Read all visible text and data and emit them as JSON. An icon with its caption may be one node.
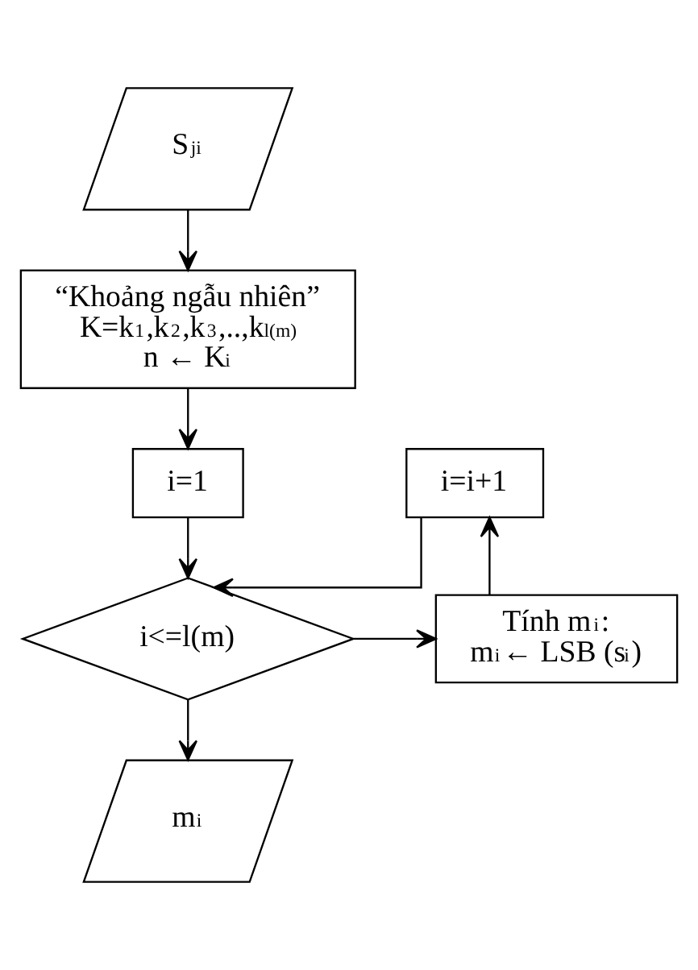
{
  "diagram": {
    "nodes": [
      {
        "text": [
          "S$_{ji}$"
        ]
      },
      {
        "text": [
          "“Khoảng ngẫu nhiên”",
          "K=k$_{1}$,k$_{2}$,k$_{3}$,..,k$_{l(m)}$",
          "n ← K$_{i}$"
        ]
      },
      {
        "text": [
          "i=1"
        ]
      },
      {
        "text": [
          "i<=l(m)"
        ]
      },
      {
        "text": [
          "Tính m$_{i}$:",
          "m$_{i}$← LSB (s$_{i}$)"
        ]
      },
      {
        "text": [
          "i=i+1"
        ]
      },
      {
        "text": [
          "m$_{i}$"
        ]
      }
    ],
    "edges": [
      {
        "from": 0,
        "to": 1,
        "arrow": "to"
      },
      {
        "from": 1,
        "to": 2,
        "arrow": "to"
      },
      {
        "from": 2,
        "to": 3,
        "arrow": "to"
      },
      {
        "from": 3,
        "to": 4,
        "arrow": "to"
      },
      {
        "from": 4,
        "to": 5,
        "arrow": "to"
      },
      {
        "from": 5,
        "to": 3,
        "arrow": "to"
      },
      {
        "from": 3,
        "to": 6,
        "arrow": "to"
      }
    ]
  }
}
